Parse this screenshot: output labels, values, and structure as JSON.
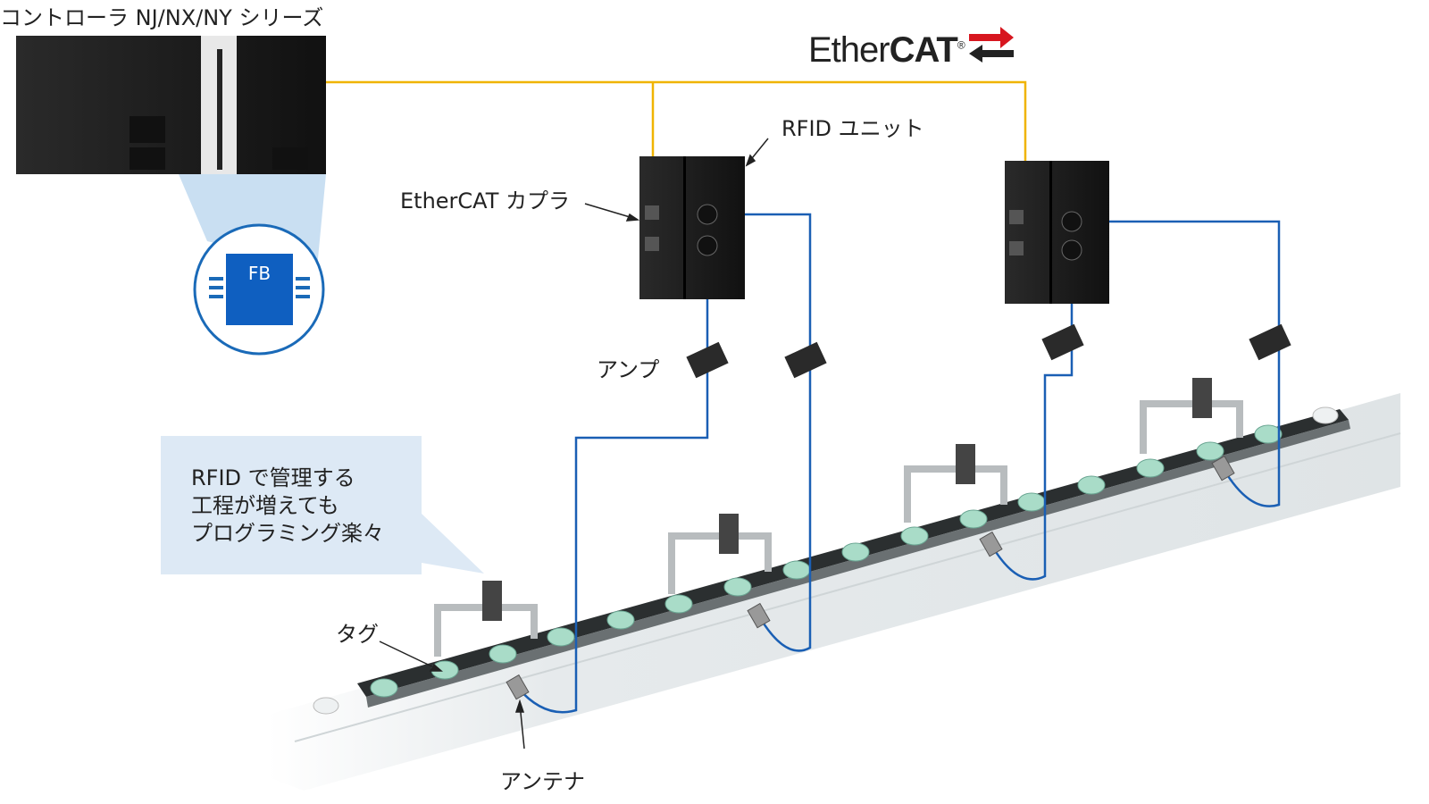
{
  "title": "コントローラ NJ/NX/NY シリーズ",
  "logo": {
    "ether": "Ether",
    "cat": "CAT",
    "reg": "®"
  },
  "fb_label": "FB",
  "labels": {
    "rfid_unit": "RFID ユニット",
    "coupler": "EtherCAT カプラ",
    "amp": "アンプ",
    "tag": "タグ",
    "antenna": "アンテナ"
  },
  "callout": {
    "lines": [
      "RFID で管理する",
      "工程が増えても",
      "プログラミング楽々"
    ]
  },
  "colors": {
    "ethercat_line": "#f0b400",
    "sensor_line": "#1a5fb4",
    "logo_red": "#d7161f",
    "callout_bg": "#dde9f5",
    "chip": "#0f5fc0"
  }
}
